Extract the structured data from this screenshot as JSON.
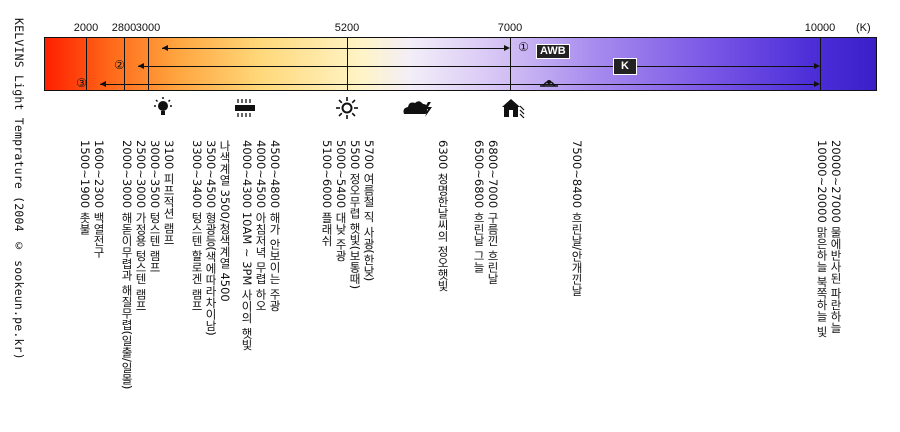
{
  "title": "KELVINS Light Temprature (2004 © sookeun.pe.kr)",
  "unit": "(K)",
  "ticks": [
    {
      "label": "2000",
      "value": 2000
    },
    {
      "label": "2800",
      "value": 2800
    },
    {
      "label": "3000",
      "value": 3000
    },
    {
      "label": "5200",
      "value": 5200
    },
    {
      "label": "7000",
      "value": 7000
    },
    {
      "label": "10000",
      "value": 10000
    }
  ],
  "ranges": [
    {
      "marker": "①",
      "from": 3000,
      "to": 7000
    },
    {
      "marker": "②",
      "from": 2800,
      "to": 10000
    },
    {
      "marker": "③",
      "from": 2000,
      "to": 10000
    }
  ],
  "badges": {
    "awb": "AWB",
    "k": "K"
  },
  "icons": [
    "tungsten-bulb-icon",
    "fluorescent-icon",
    "sun-icon",
    "cloudy-storm-icon",
    "house-shade-icon"
  ],
  "columns": [
    [
      "1500~1900 촛불",
      "1600~2300 백열전구"
    ],
    [
      "2000~3000 해돋이무렵과 해질무렵(일출/일몰)",
      "2500~3000 가정용 텅스텐 램프",
      "3000~3500 텅스텐 램프",
      "3100 피프적션 램프"
    ],
    [
      "3300~3400 텅스텐 할로겐 램프",
      "3500~4500 형광등(색에따라차이남)",
      "나색계열 3500/청색계열 4500"
    ],
    [
      "4000~4300 10AM ~ 3PM 사이의 햇빛",
      "4000~4500 아침저녁 무렵 하오",
      "4500~4800 해가 안보이는 주광"
    ],
    [
      "5100~6000 플래쉬",
      "5000~5400 대낮 주광",
      "5500 정오무렵 햇빛(보통때)",
      "5700 여름철 직 사광(한낮)"
    ],
    [
      "6300 청명한날씨의 정오햇빛"
    ],
    [
      "6500~6800 흐린날 그늘",
      "6800~7000 구름낀 흐린날"
    ],
    [
      "7500~8400 흐린날/안개낀날"
    ],
    [
      "10000~20000 맑은하늘 북쪽하늘 빛",
      "20000~27000 물에반사된 파란하늘"
    ]
  ]
}
